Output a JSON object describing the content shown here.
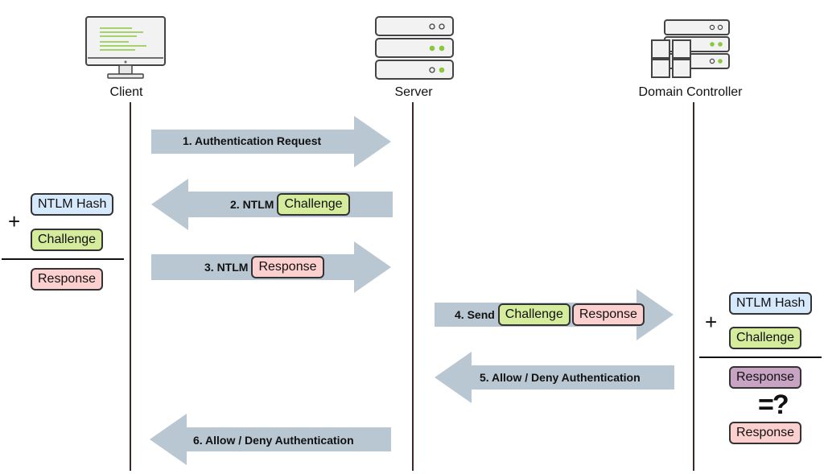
{
  "nodes": {
    "client": "Client",
    "server": "Server",
    "domain_controller": "Domain Controller"
  },
  "steps": {
    "s1": "1. Authentication Request",
    "s2": "2. NTLM",
    "s3": "3. NTLM",
    "s4": "4. Send",
    "s5": "5. Allow / Deny Authentication",
    "s6": "6. Allow / Deny Authentication"
  },
  "tokens": {
    "ntlm_hash": "NTLM Hash",
    "challenge": "Challenge",
    "response": "Response"
  },
  "symbols": {
    "plus": "+",
    "equals_question": "=?"
  },
  "colors": {
    "arrow": "#b8c7d1",
    "challenge": "#d4ec9c",
    "response": "#fbd0cf",
    "ntlm_hash": "#d6e8fb",
    "computed_response": "#c9a3c3",
    "led": "#8dc63f"
  },
  "icons": {
    "client": "monitor-icon",
    "server": "server-rack-icon",
    "domain_controller": "domain-controller-icon"
  }
}
